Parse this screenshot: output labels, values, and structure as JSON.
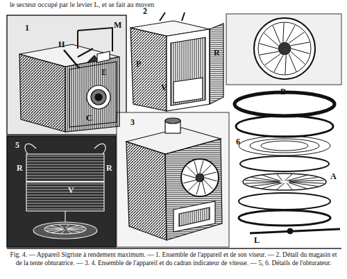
{
  "diagram": {
    "caption": "Fig. 4. — Appareil Sigriste à rendement maximum. — 1. Ensemble de l'appareil et de son viseur. — 2. Détail du magasin et de la tente obturatrice. — 3. 4. Ensemble de l'appareil et du cadran indicateur de vitesse. — 5, 6. Détails de l'obturateur.",
    "labels": [
      "le secteur occupé par le levier L, et se fait au moyen",
      "1",
      "H",
      "M",
      "E",
      "C",
      "2",
      "P",
      "R",
      "V",
      "3",
      "5",
      "R",
      "R",
      "V",
      "6",
      "B",
      "A",
      "L"
    ]
  }
}
